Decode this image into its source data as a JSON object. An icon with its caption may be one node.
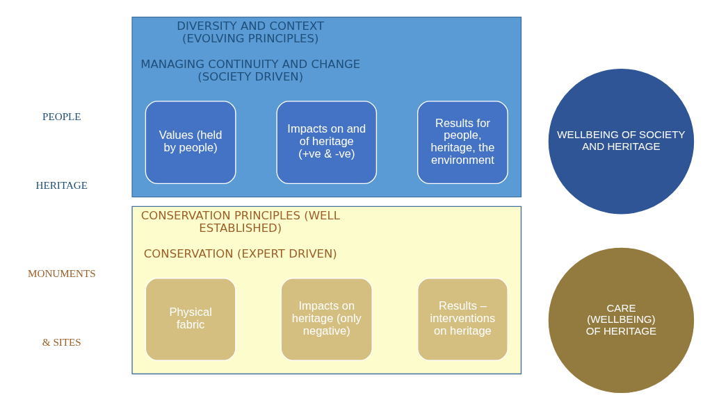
{
  "diagram": {
    "nodes": [
      {
        "text": [
          "CONSERVATION PRINCIPLES (WELL ESTABLISHED)",
          "CONSERVATION (EXPERT DRIVEN)"
        ]
      },
      {
        "text": [
          "Physical fabric"
        ],
        "in": 0
      },
      {
        "text": [
          "Impacts on heritage (only negative)"
        ],
        "in": 0
      },
      {
        "text": [
          "Results – interventions on heritage"
        ],
        "in": 0
      },
      {
        "text": [
          "CARE (WELLBEING) OF HERITAGE"
        ]
      },
      {
        "text": [
          "DIVERSITY AND CONTEXT (EVOLVING PRINCIPLES)",
          "MANAGING CONTINUITY AND CHANGE (SOCIETY DRIVEN)"
        ]
      },
      {
        "text": [
          "Values (held by people)"
        ],
        "in": 5
      },
      {
        "text": [
          "Impacts on and of heritage (+ve & -ve)"
        ],
        "in": 5
      },
      {
        "text": [
          "Results for people, heritage, the environment"
        ],
        "in": 5
      },
      {
        "text": [
          "WELLBEING OF SOCIETY AND HERITAGE"
        ]
      }
    ],
    "labels": [
      "MONUMENTS",
      "& SITES",
      "PEOPLE",
      "HERITAGE"
    ]
  }
}
